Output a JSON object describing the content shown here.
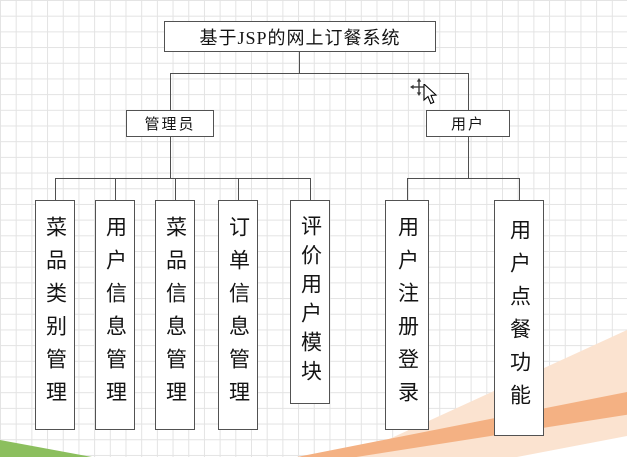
{
  "diagram": {
    "root_label": "基于JSP的网上订餐系统",
    "admin_label": "管理员",
    "user_label": "用户",
    "admin_children": [
      "菜品类别管理",
      "用户信息管理",
      "菜品信息管理",
      "订单信息管理",
      "评价用户模块"
    ],
    "user_children": [
      "用户注册登录",
      "用户点餐功能"
    ]
  },
  "icons": {
    "cursor": "move-arrow-cursor"
  },
  "colors": {
    "grid_line": "#e3e3e3",
    "connector_line": "#4f4f4f",
    "node_border": "#525252",
    "node_fill": "#ffffff",
    "deco_green": "#8cbf5e",
    "deco_peach_light": "#fbe3d0",
    "deco_orange": "#f4b183"
  }
}
